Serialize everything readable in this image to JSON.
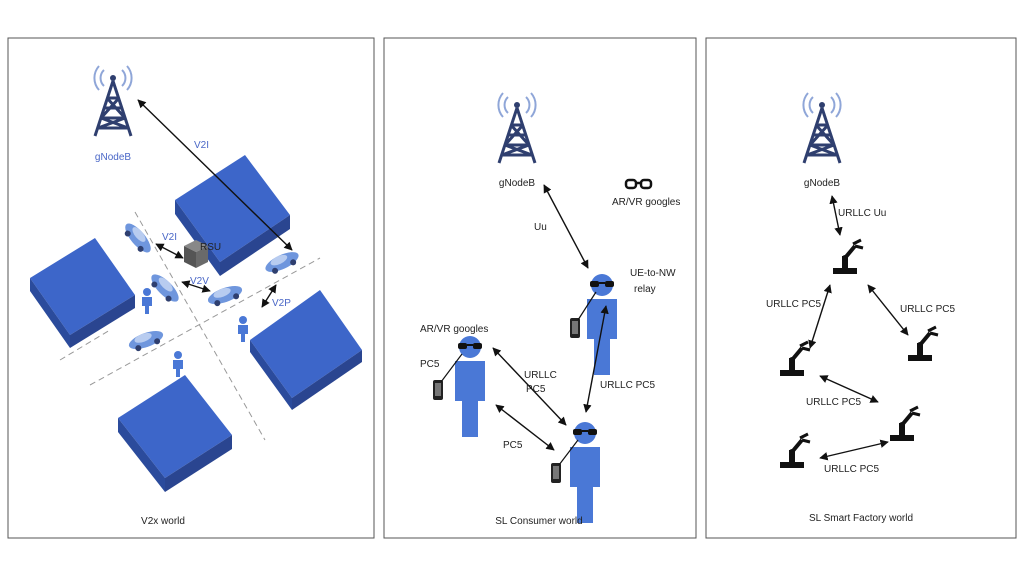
{
  "v2x": {
    "caption": "V2x world",
    "gnodeb": "gNodeB",
    "link_v2i_long": "V2I",
    "link_v2i": "V2I",
    "rsu": "RSU",
    "link_v2v": "V2V",
    "link_v2p": "V2P"
  },
  "consumer": {
    "caption": "SL Consumer world",
    "gnodeb": "gNodeB",
    "glasses_label": "AR/VR googles",
    "uu": "Uu",
    "relay_line1": "UE-to-NW",
    "relay_line2": "relay",
    "user_glasses_label": "AR/VR googles",
    "pc5_left": "PC5",
    "urllc_line1": "URLLC",
    "urllc_line2": "PC5",
    "urllc_pc5_right": "URLLC PC5",
    "pc5_bottom": "PC5"
  },
  "factory": {
    "caption": "SL Smart Factory world",
    "gnodeb": "gNodeB",
    "urllc_uu": "URLLC Uu",
    "pc5_left": "URLLC PC5",
    "pc5_right": "URLLC PC5",
    "pc5_middle": "URLLC PC5",
    "pc5_bottom": "URLLC PC5"
  },
  "colors": {
    "tower": "#2f3f6f",
    "building": "#3d66c9",
    "building_side": "#2b4b9c",
    "person": "#4a78d6",
    "car": "#6f96dd",
    "arrow": "#111111"
  }
}
